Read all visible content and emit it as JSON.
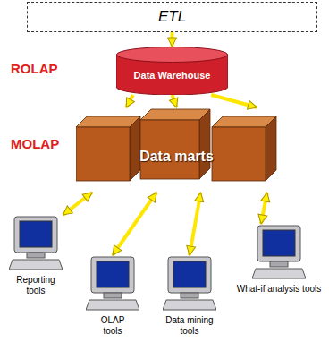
{
  "diagram": {
    "nodes": [
      {
        "text": [
          "ETL"
        ]
      },
      {
        "text": [
          "Data Warehouse"
        ]
      },
      {
        "text": [
          "Data marts"
        ]
      },
      {
        "text": [
          "Reporting tools"
        ]
      },
      {
        "text": [
          "OLAP tools"
        ]
      },
      {
        "text": [
          "Data mining tools"
        ]
      },
      {
        "text": [
          "What-if analysis tools"
        ]
      }
    ],
    "edges": [
      {
        "from": 0,
        "to": 1,
        "arrow": "to"
      },
      {
        "from": 1,
        "to": 2,
        "arrow": "to"
      },
      {
        "from": 1,
        "to": 2,
        "arrow": "to"
      },
      {
        "from": 1,
        "to": 2,
        "arrow": "to"
      },
      {
        "from": 2,
        "to": 3,
        "arrow": "both"
      },
      {
        "from": 2,
        "to": 4,
        "arrow": "both"
      },
      {
        "from": 2,
        "to": 5,
        "arrow": "both"
      },
      {
        "from": 2,
        "to": 6,
        "arrow": "both"
      }
    ],
    "labels": [
      "ROLAP",
      "MOLAP"
    ]
  }
}
